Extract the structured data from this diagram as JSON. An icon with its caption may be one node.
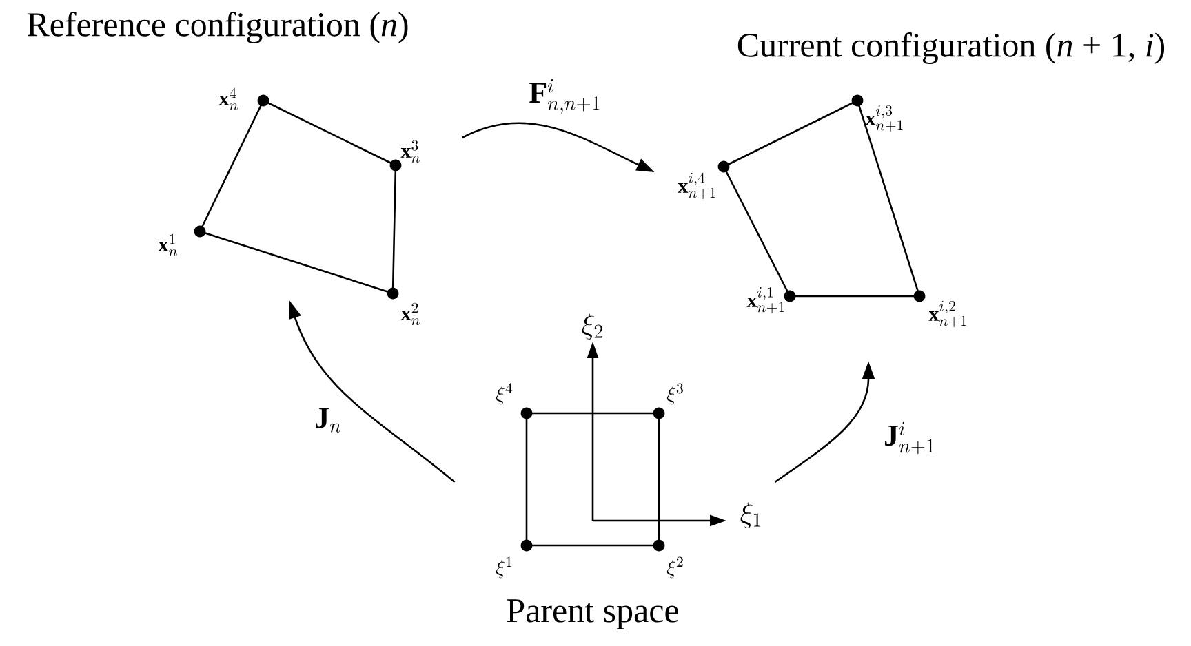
{
  "diagram": {
    "nodes": [
      {
        "text": [
          "Reference configuration (*n*)"
        ],
        "beside": [
          "\\mathbf{x}_{n}^{4}",
          "\\mathbf{x}_{n}^{3}",
          "\\mathbf{x}_{n}^{1}",
          "\\mathbf{x}_{n}^{2}"
        ]
      },
      {
        "text": [
          "Current configuration (*n* + 1, *i*)"
        ],
        "beside": [
          "\\mathbf{x}_{n+1}^{i,3}",
          "\\mathbf{x}_{n+1}^{i,4}",
          "\\mathbf{x}_{n+1}^{i,1}",
          "\\mathbf{x}_{n+1}^{i,2}"
        ]
      },
      {
        "text": [
          "Parent space"
        ]
      }
    ],
    "labels": [
      "\\xi_2",
      "\\xi^4",
      "\\xi^3",
      "\\xi_1",
      "\\xi^1",
      "\\xi^2"
    ],
    "edges": [
      {
        "from": 0,
        "to": 1,
        "arrow": "to",
        "label": "\\mathbf{F}^{i}_{n,n+1}"
      },
      {
        "from": 2,
        "to": 0,
        "arrow": "to",
        "label": "\\mathbf{J}_{n}"
      },
      {
        "from": 2,
        "to": 1,
        "arrow": "to",
        "label": "\\mathbf{J}^{i}_{n+1}"
      }
    ]
  }
}
